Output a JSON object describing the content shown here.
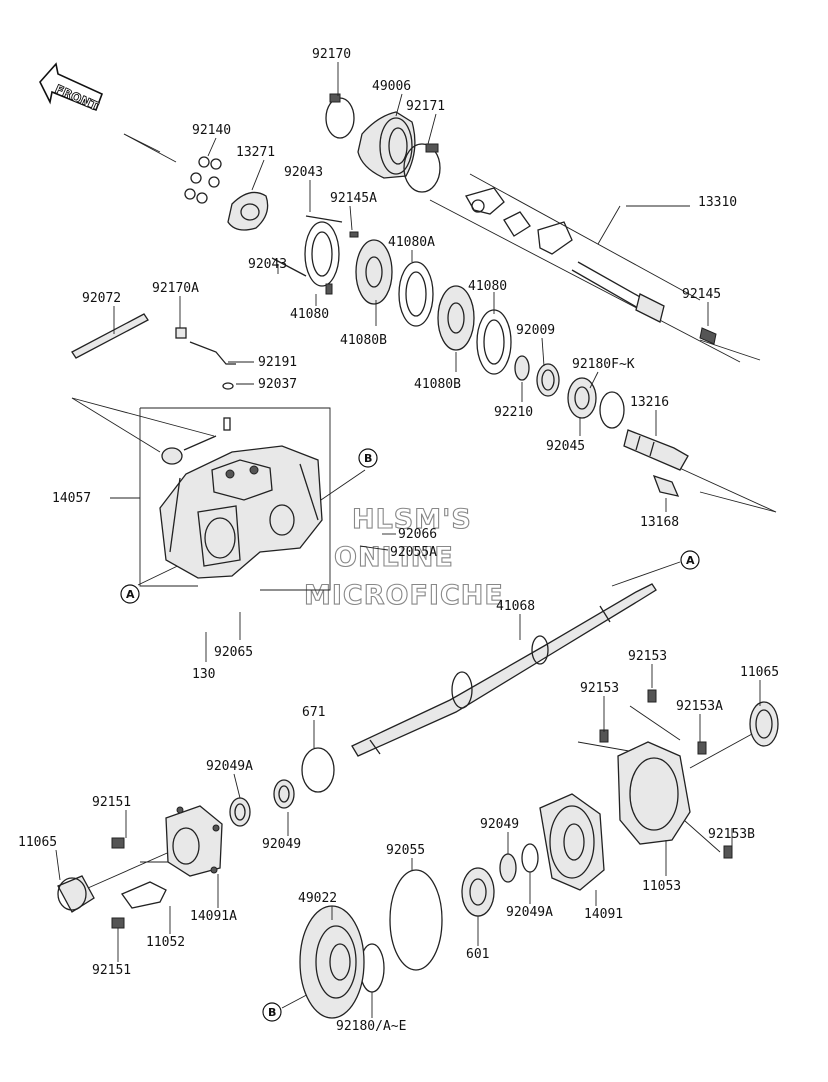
{
  "orientation_label": "FRONT",
  "watermark": [
    "HLSM'S",
    "ONLINE",
    "MICROFICHE"
  ],
  "callouts": [
    "A",
    "B"
  ],
  "part_labels": {
    "p92170": "92170",
    "p49006": "49006",
    "p92171": "92171",
    "p92140": "92140",
    "p13271": "13271",
    "p92043a": "92043",
    "p92145A": "92145A",
    "p13310": "13310",
    "p41080A": "41080A",
    "p92043b": "92043",
    "p41080a": "41080",
    "p41080b": "41080",
    "p92072": "92072",
    "p92170A": "92170A",
    "p41080Ba": "41080B",
    "p92009": "92009",
    "p92145": "92145",
    "p92191": "92191",
    "p92037": "92037",
    "p92180F": "92180F~K",
    "p41080Bb": "41080B",
    "p92210": "92210",
    "p13216": "13216",
    "p92045": "92045",
    "p14057": "14057",
    "p13168": "13168",
    "p92066": "92066",
    "p92055A": "92055A",
    "p41068": "41068",
    "p92065": "92065",
    "p130": "130",
    "p92153a": "92153",
    "p11065a": "11065",
    "p92153b": "92153",
    "p92153A": "92153A",
    "p671": "671",
    "p92049A_l": "92049A",
    "p92151a": "92151",
    "p92049_l": "92049",
    "p11065b": "11065",
    "p92049_r": "92049",
    "p92055": "92055",
    "p92153B": "92153B",
    "p11053": "11053",
    "p14091A": "14091A",
    "p92049A_r": "92049A",
    "p14091": "14091",
    "p49022": "49022",
    "p11052": "11052",
    "p601": "601",
    "p92151b": "92151",
    "p92180AE": "92180/A~E"
  }
}
